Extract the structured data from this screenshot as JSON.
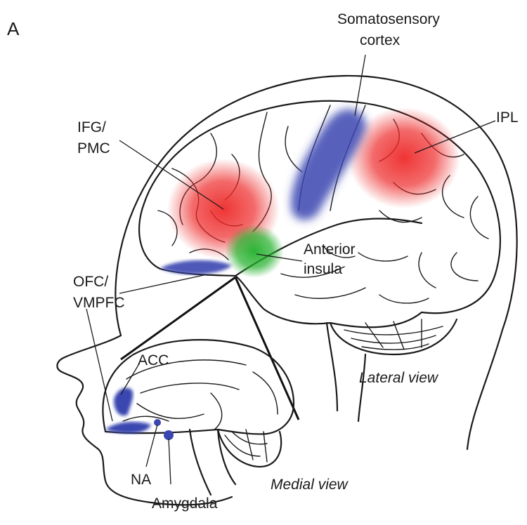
{
  "panel_label": "A",
  "labels": {
    "somatosensory_line1": "Somatosensory",
    "somatosensory_line2": "cortex",
    "ipl": "IPL",
    "ifg_line1": "IFG/",
    "ifg_line2": "PMC",
    "anterior_line1": "Anterior",
    "anterior_line2": "insula",
    "ofc_line1": "OFC/",
    "ofc_line2": "VMPFC",
    "acc": "ACC",
    "na": "NA",
    "amygdala": "Amygdala",
    "lateral_view": "Lateral view",
    "medial_view": "Medial view"
  },
  "colors": {
    "red_region": "#ee2a2a",
    "blue_region": "#3a47b0",
    "green_region": "#22b02a",
    "outline": "#1a1a1a"
  }
}
